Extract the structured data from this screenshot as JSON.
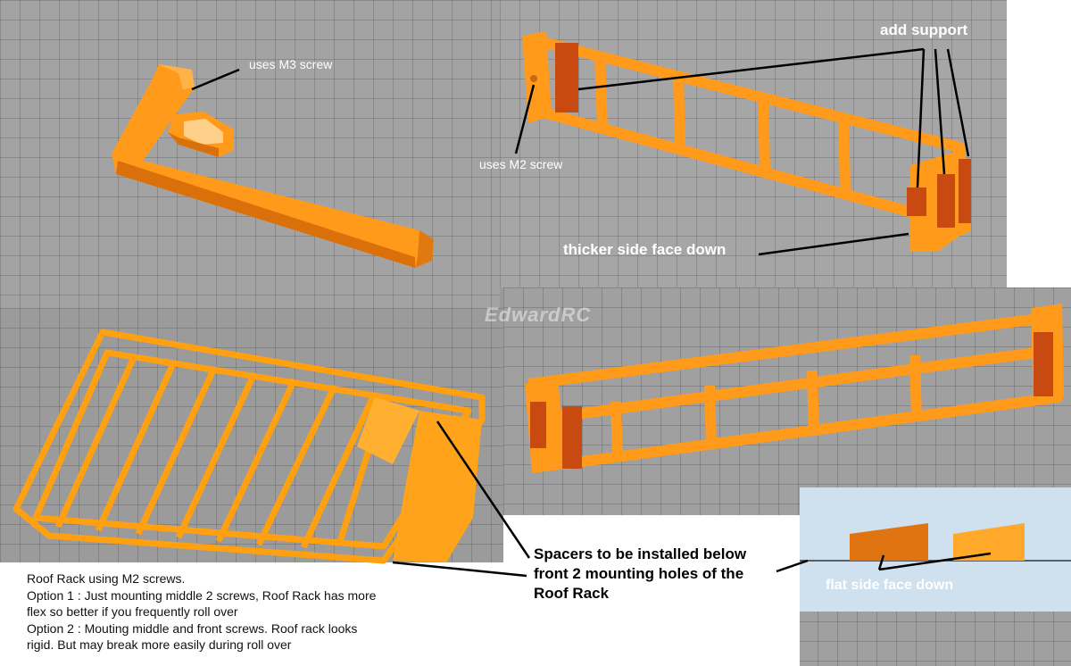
{
  "labels": {
    "m3_screw": "uses M3 screw",
    "m2_screw": "uses M2 screw",
    "add_support": "add support",
    "thicker_side": "thicker side face down",
    "flat_side": "flat side face down",
    "watermark": "EdwardRC",
    "spacers": [
      "Spacers to be installed below",
      "front 2 mounting holes of the",
      "Roof Rack"
    ]
  },
  "description": [
    "Roof Rack using M2 screws.",
    "Option 1 : Just mounting middle 2 screws, Roof Rack has more",
    "flex so better if you frequently roll over",
    "Option 2 : Mouting middle and front screws. Roof rack looks",
    "rigid. But may break more easily during roll over"
  ],
  "colors": {
    "part_orange": "#ff9a1a",
    "part_dark": "#d9700a",
    "support_red": "#c84a10",
    "viewport_grey": "#a0a0a0",
    "inset_blue": "#cfe0ee"
  }
}
